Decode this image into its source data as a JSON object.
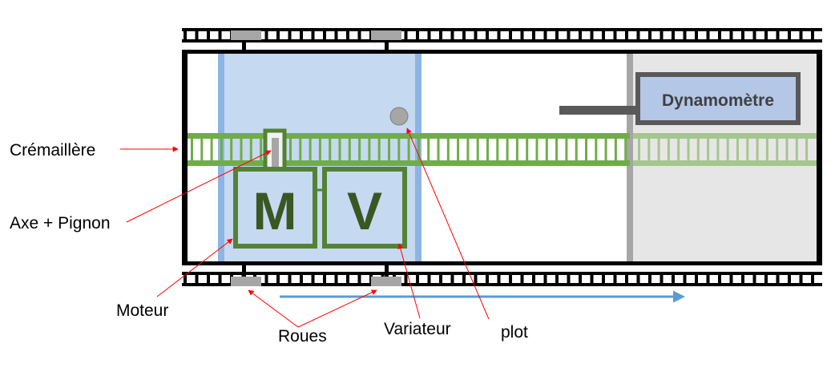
{
  "labels": {
    "cremaillere": "Crémaillère",
    "axe_pignon": "Axe + Pignon",
    "moteur": "Moteur",
    "roues": "Roues",
    "variateur": "Variateur",
    "plot": "plot"
  },
  "boxes": {
    "motor_letter": "M",
    "variator_letter": "V",
    "dynamometer": "Dynamomètre"
  },
  "colors": {
    "rack": "#70AD47",
    "rack_dark": "#548235",
    "motor_box": "#C5D9F1",
    "trolley_edge": "#8EB4E3",
    "letters": "#385723",
    "annotation": "#FF0000",
    "arrow": "#5B9BD5",
    "dyn_zone": "#E7E6E6",
    "dyn_border": "#595959",
    "wheel": "#A6A6A6"
  }
}
